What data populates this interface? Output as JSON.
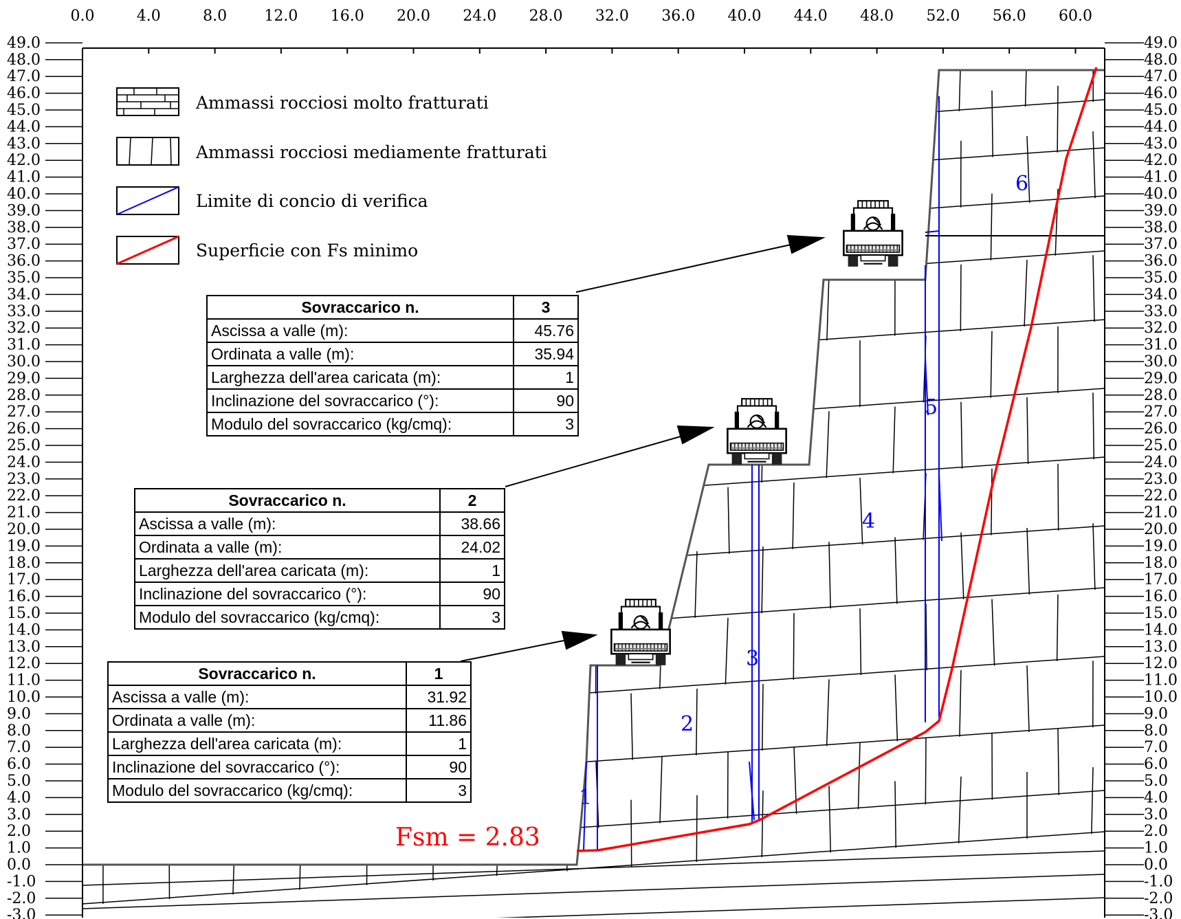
{
  "axes": {
    "x_ticks": [
      "0.0",
      "4.0",
      "8.0",
      "12.0",
      "16.0",
      "20.0",
      "24.0",
      "28.0",
      "32.0",
      "36.0",
      "40.0",
      "44.0",
      "48.0",
      "52.0",
      "56.0",
      "60.0"
    ],
    "y_ticks": [
      "49.0",
      "48.0",
      "47.0",
      "46.0",
      "45.0",
      "44.0",
      "43.0",
      "42.0",
      "41.0",
      "40.0",
      "39.0",
      "38.0",
      "37.0",
      "36.0",
      "35.0",
      "34.0",
      "33.0",
      "32.0",
      "31.0",
      "30.0",
      "29.0",
      "28.0",
      "27.0",
      "26.0",
      "25.0",
      "24.0",
      "23.0",
      "22.0",
      "21.0",
      "20.0",
      "19.0",
      "18.0",
      "17.0",
      "16.0",
      "15.0",
      "14.0",
      "13.0",
      "12.0",
      "11.0",
      "10.0",
      "9.0",
      "8.0",
      "7.0",
      "6.0",
      "5.0",
      "4.0",
      "3.0",
      "2.0",
      "1.0",
      "0.0",
      "-1.0",
      "-2.0",
      "-3.0"
    ]
  },
  "legend": {
    "items": [
      {
        "label": "Ammassi rocciosi molto fratturati",
        "icon": "very-fractured-rock-pattern"
      },
      {
        "label": "Ammassi rocciosi mediamente fratturati",
        "icon": "moderately-fractured-rock-pattern"
      },
      {
        "label": "Limite di concio di verifica",
        "icon": "blue-line-swatch"
      },
      {
        "label": "Superficie con Fs minimo",
        "icon": "red-line-swatch"
      }
    ]
  },
  "colors": {
    "terrain": "#555555",
    "slices": "#0000ff",
    "slip_surface": "#ff0000",
    "text": "#000000"
  },
  "fs_label": "Fsm = 2.83",
  "slice_labels": [
    "1",
    "2",
    "3",
    "4",
    "5",
    "6"
  ],
  "loads": [
    {
      "header": "Sovraccarico n.",
      "number": "1",
      "rows": [
        {
          "label": "Ascissa a valle (m):",
          "value": "31.92"
        },
        {
          "label": "Ordinata a valle (m):",
          "value": "11.86"
        },
        {
          "label": "Larghezza dell'area caricata (m):",
          "value": "1"
        },
        {
          "label": "Inclinazione del sovraccarico (°):",
          "value": "90"
        },
        {
          "label": "Modulo del sovraccarico (kg/cmq):",
          "value": "3"
        }
      ]
    },
    {
      "header": "Sovraccarico n.",
      "number": "2",
      "rows": [
        {
          "label": "Ascissa a valle (m):",
          "value": "38.66"
        },
        {
          "label": "Ordinata a valle (m):",
          "value": "24.02"
        },
        {
          "label": "Larghezza dell'area caricata (m):",
          "value": "1"
        },
        {
          "label": "Inclinazione del sovraccarico (°):",
          "value": "90"
        },
        {
          "label": "Modulo del sovraccarico (kg/cmq):",
          "value": "3"
        }
      ]
    },
    {
      "header": "Sovraccarico n.",
      "number": "3",
      "rows": [
        {
          "label": "Ascissa a valle (m):",
          "value": "45.76"
        },
        {
          "label": "Ordinata a valle (m):",
          "value": "35.94"
        },
        {
          "label": "Larghezza dell'area caricata (m):",
          "value": "1"
        },
        {
          "label": "Inclinazione del sovraccarico (°):",
          "value": "90"
        },
        {
          "label": "Modulo del sovraccarico (kg/cmq):",
          "value": "3"
        }
      ]
    }
  ]
}
